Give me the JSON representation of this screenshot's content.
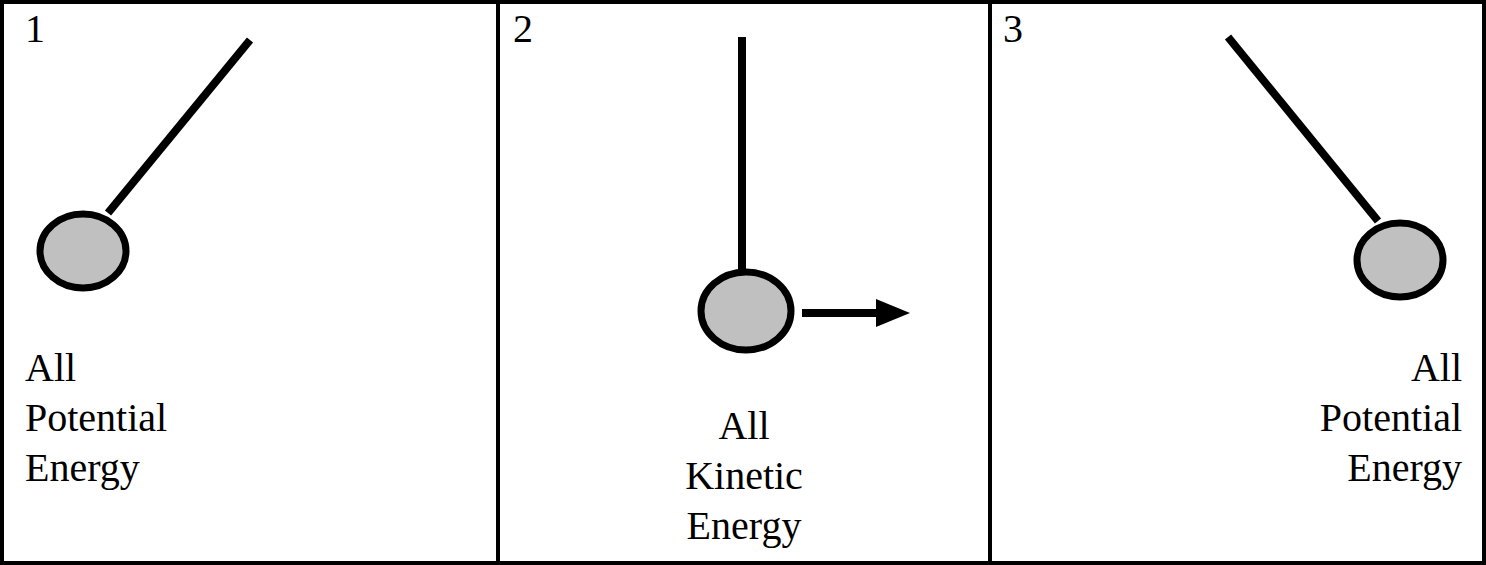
{
  "diagram": {
    "nodes": [
      {
        "text": [
          "1",
          "All Potential Energy"
        ]
      },
      {
        "text": [
          "2",
          "All Kinetic Energy"
        ]
      },
      {
        "text": [
          "3",
          "All Potential Energy"
        ]
      }
    ]
  }
}
